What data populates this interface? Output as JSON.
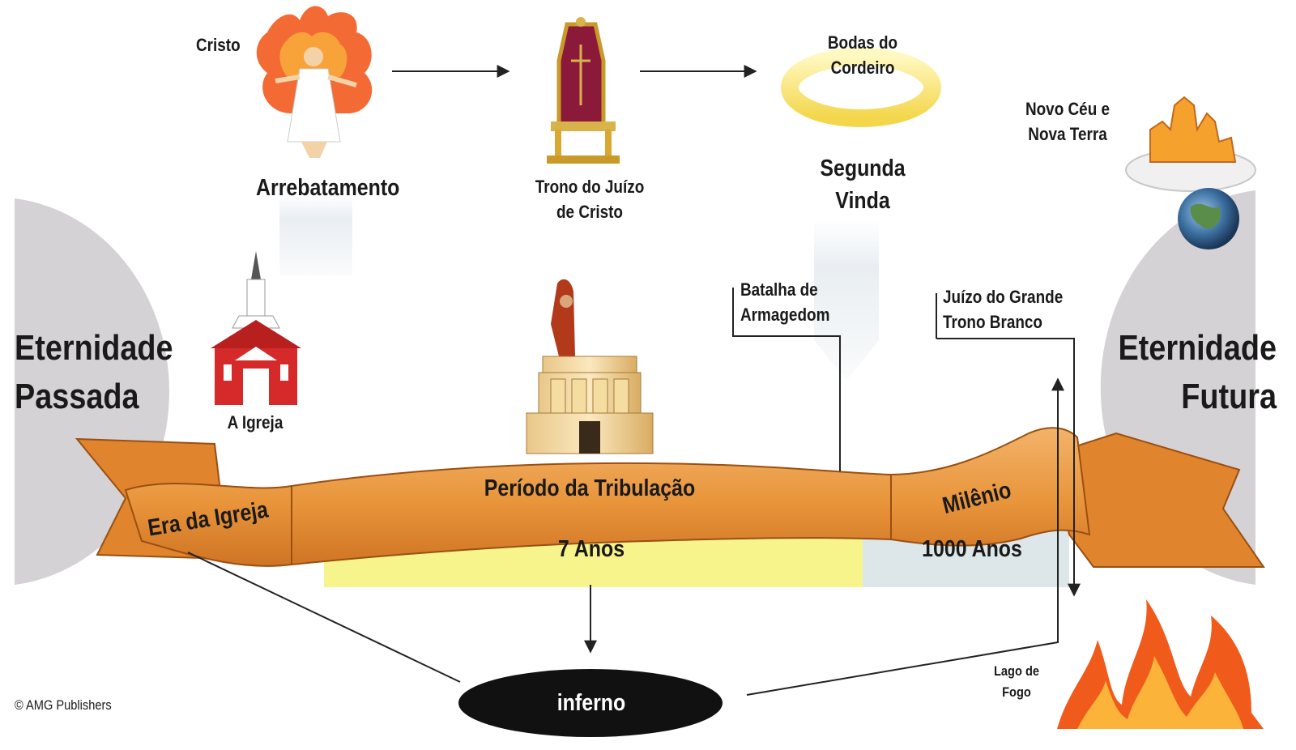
{
  "labels": {
    "cristo": "Cristo",
    "arrebatamento": "Arrebatamento",
    "trono_l1": "Trono do Juízo",
    "trono_l2": "de Cristo",
    "bodas_l1": "Bodas do",
    "bodas_l2": "Cordeiro",
    "segunda_l1": "Segunda",
    "segunda_l2": "Vinda",
    "novo_l1": "Novo Céu e",
    "novo_l2": "Nova Terra",
    "eternidade_passada_l1": "Eternidade",
    "eternidade_passada_l2": "Passada",
    "eternidade_futura_l1": "Eternidade",
    "eternidade_futura_l2": "Futura",
    "igreja": "A Igreja",
    "batalha_l1": "Batalha de",
    "batalha_l2": "Armagedom",
    "juizo_l1": "Juízo do Grande",
    "juizo_l2": "Trono Branco",
    "era_igreja": "Era da Igreja",
    "tribulacao": "Período da Tribulação",
    "milenio": "Milênio",
    "sete_anos": "7 Anos",
    "mil_anos": "1000 Anos",
    "inferno": "inferno",
    "lago_l1": "Lago de",
    "lago_l2": "Fogo",
    "copyright": "© AMG Publishers"
  },
  "colors": {
    "ribbon": "#e8943a",
    "ribbon_dark": "#c96a1c",
    "seven_years_band": "#f7f48c",
    "thousand_years_band": "#dde6e8",
    "eternity_half_circle": "#d4d2d4",
    "inferno": "#111111",
    "fire": "#f05a1a",
    "church": "#d62a2a"
  }
}
